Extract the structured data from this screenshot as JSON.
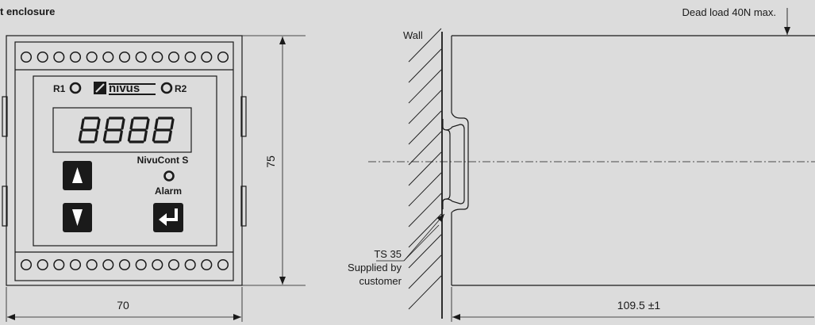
{
  "title": "t enclosure",
  "front_view": {
    "relay_1": "R1",
    "relay_2": "R2",
    "brand": "nivus",
    "display_value": "8888",
    "product_name": "NivuCont S",
    "alarm_label": "Alarm",
    "terminal_count_per_row": 13,
    "dimension_width": "70",
    "dimension_height": "75"
  },
  "side_view": {
    "wall_label": "Wall",
    "load_label": "Dead load 40N max.",
    "rail_label": "TS 35",
    "supplied_line1": "Supplied by",
    "supplied_line2": "customer",
    "dimension_depth": "109.5 ±1"
  },
  "colors": {
    "background": "#dcdcdc",
    "line": "#1a1a1a",
    "button": "#1a1a1a",
    "button_symbol": "#ffffff"
  },
  "icons": [
    "up-arrow-icon",
    "down-arrow-icon",
    "enter-icon",
    "led-icon",
    "nivus-logo"
  ]
}
